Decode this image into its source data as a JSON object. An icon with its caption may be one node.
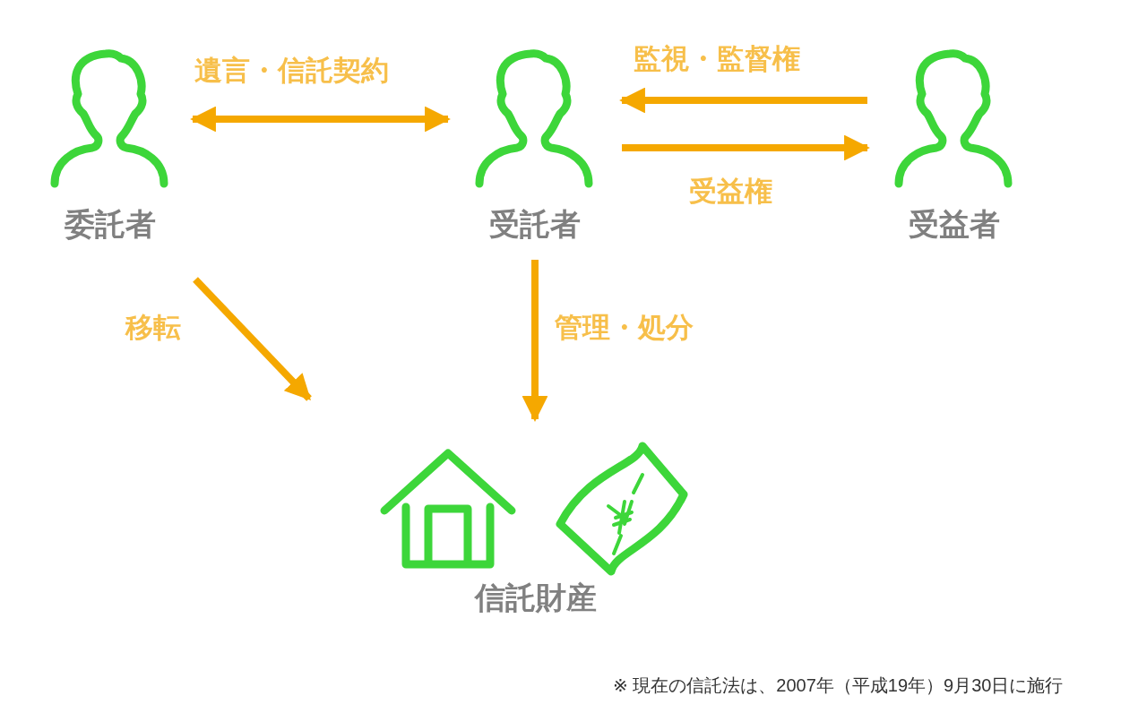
{
  "diagram": {
    "nodes": [
      {
        "text": [
          "委託者"
        ]
      },
      {
        "text": [
          "受託者"
        ]
      },
      {
        "text": [
          "受益者"
        ]
      },
      {
        "text": [
          "信託財産"
        ]
      }
    ],
    "edges": [
      {
        "from": 0,
        "to": 1,
        "arrow": "both",
        "label": "遺言・信託契約"
      },
      {
        "from": 2,
        "to": 1,
        "arrow": "to",
        "label": "監視・監督権"
      },
      {
        "from": 1,
        "to": 2,
        "arrow": "to",
        "label": "受益権"
      },
      {
        "from": 0,
        "to": 3,
        "arrow": "to",
        "label": "移転"
      },
      {
        "from": 1,
        "to": 3,
        "arrow": "to",
        "label": "管理・処分"
      }
    ],
    "labels": [
      "※ 現在の信託法は、2007年（平成19年）9月30日に施行"
    ]
  }
}
